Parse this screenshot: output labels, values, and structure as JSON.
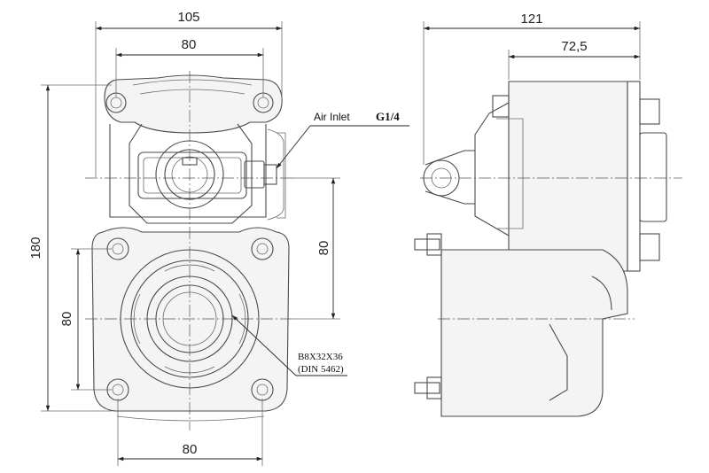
{
  "dimensions": {
    "top_width_outer": "105",
    "top_width_inner": "80",
    "height_total": "180",
    "height_upper": "80",
    "height_lower": "80",
    "bottom_width": "80",
    "side_width": "121",
    "side_offset": "72,5"
  },
  "callouts": {
    "air_inlet": "Air Inlet",
    "thread": "G1/4",
    "spline_line1": "B8X32X36",
    "spline_line2": "(DIN 5462)"
  }
}
